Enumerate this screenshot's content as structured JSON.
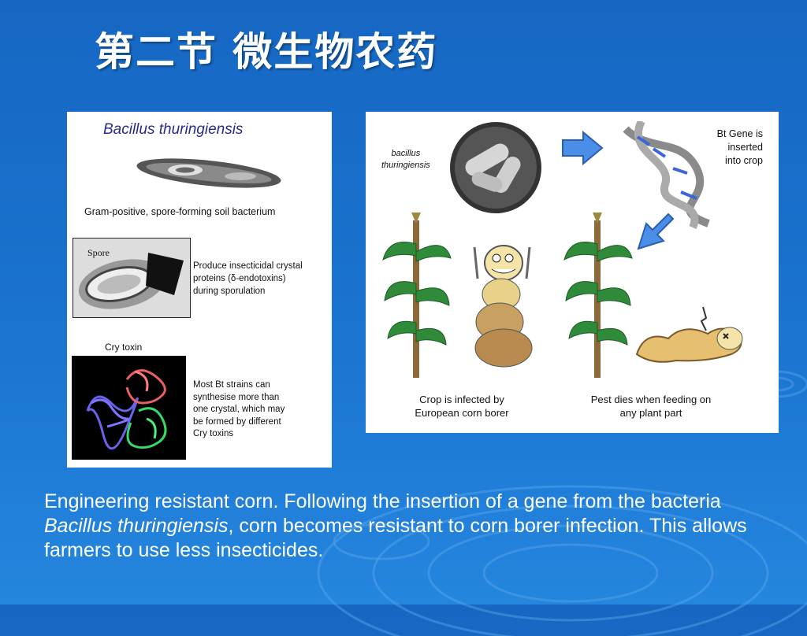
{
  "slide": {
    "title": "第二节 微生物农药"
  },
  "left_figure": {
    "heading": "Bacillus thuringiensis",
    "subheading": "Gram-positive, spore-forming soil bacterium",
    "spore_label": "Spore",
    "crystal_text_1": "Produce insecticidal crystal",
    "crystal_text_2": "proteins (δ-endotoxins)",
    "crystal_text_3": "during sporulation",
    "cry_label": "Cry toxin",
    "strains_1": "Most Bt strains can",
    "strains_2": "synthesise more than",
    "strains_3": "one crystal, which may",
    "strains_4": "be formed by different",
    "strains_5": "Cry toxins"
  },
  "right_figure": {
    "bacillus_1": "bacillus",
    "bacillus_2": "thuringiensis",
    "btgene_1": "Bt Gene is",
    "btgene_2": "inserted",
    "btgene_3": "into crop",
    "crop_1": "Crop is infected by",
    "crop_2": "European corn borer",
    "pest_1": "Pest dies when feeding on",
    "pest_2": "any plant part"
  },
  "caption": {
    "part1": "Engineering resistant corn. Following the insertion of a gene from the bacteria ",
    "species": "Bacillus thuringiensis",
    "part2": ", corn becomes resistant to corn borer infection. This allows farmers to use less insecticides."
  }
}
